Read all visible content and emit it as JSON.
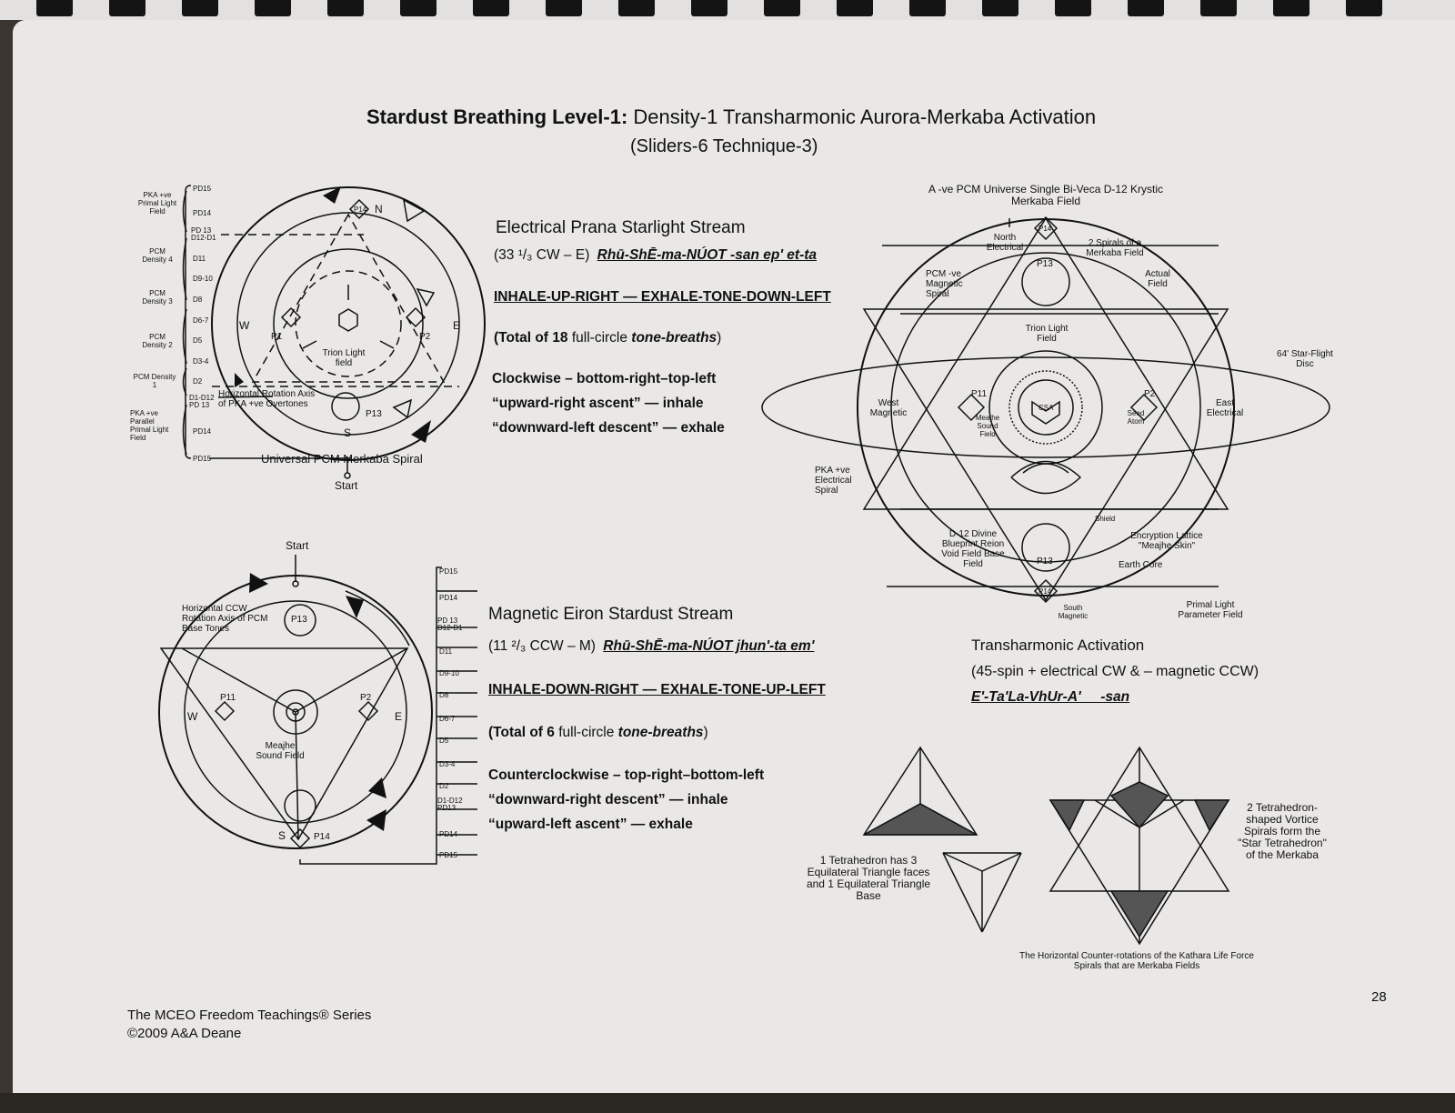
{
  "header": {
    "title_bold": "Stardust Breathing Level-1:",
    "title_rest": " Density-1 Transharmonic Aurora-Merkaba Activation",
    "subtitle": "(Sliders-6 Technique-3)"
  },
  "electrical": {
    "heading": "Electrical Prana Starlight Stream",
    "ratio": "(33 ¹/₃ CW – E)",
    "mantra": "Rhū-ShĒ-ma-NÚOT -san ep' et-ta",
    "instruction": "INHALE-UP-RIGHT — EXHALE-TONE-DOWN-LEFT",
    "total_a": "(Total of 18",
    "total_b": " full-circle ",
    "total_c": "tone-breaths",
    "total_d": ")",
    "line1": "Clockwise – bottom-right–top-left",
    "line2": "“upward-right ascent” — inhale",
    "line3": "“downward-left descent” — exhale"
  },
  "magnetic": {
    "heading": "Magnetic Eiron Stardust Stream",
    "ratio": "(11 ²/₃ CCW – M)",
    "mantra": "Rhū-ShĒ-ma-NÚOT jhun'-ta em'",
    "instruction": "INHALE-DOWN-RIGHT — EXHALE-TONE-UP-LEFT",
    "total_a": "(Total of 6",
    "total_b": " full-circle ",
    "total_c": "tone-breaths",
    "total_d": ")",
    "line1": "Counterclockwise – top-right–bottom-left",
    "line2": "“downward-right descent” — inhale",
    "line3": "“upward-left ascent” — exhale"
  },
  "transharmonic": {
    "heading": "Transharmonic Activation",
    "detail": "(45-spin  + electrical CW  &  – magnetic CCW)",
    "mantra": "E'-Ta'La-VhUr-A'     -san"
  },
  "diagram1": {
    "left_labels": [
      "PKA +ve Primal Light Field",
      "PCM Density 4",
      "PCM Density 3",
      "PCM Density 2",
      "PCM Density 1",
      "PKA +ve Parallel Primal Light Field"
    ],
    "scale": [
      "PD15",
      "PD14",
      "PD 13 D12-D1",
      "D11",
      "D9-10",
      "D8",
      "D6-7",
      "D5",
      "D3-4",
      "D2",
      "D1-D12 PD 13",
      "PD14",
      "PD15"
    ],
    "horizontal": "Horizontal Rotation Axis of PKA +ve Overtones",
    "trion": "Trion Light field",
    "spiral": "Universal PCM Merkaba Spiral",
    "start": "Start",
    "n": "N",
    "s": "S",
    "w": "W",
    "e": "E",
    "p1": "P1",
    "p2": "P2",
    "p13": "P13",
    "p14": "P14"
  },
  "diagram2": {
    "start": "Start",
    "horizontal": "Horizontal CCW Rotation Axis of PCM Base Tones",
    "meajhe": "Meajhe Sound Field",
    "scale": [
      "PD15",
      "PD14",
      "PD 13 D12-D1",
      "D11",
      "D9-10",
      "D8",
      "D6-7",
      "D5",
      "D3-4",
      "D2",
      "D1-D12 PD13",
      "PD14",
      "PD15"
    ],
    "w": "W",
    "e": "E",
    "s": "S",
    "p11": "P11",
    "p2": "P2",
    "p13": "P13",
    "p14": "P14"
  },
  "diagram3": {
    "top": "A -ve PCM Universe Single Bi-Veca D-12 Krystic Merkaba Field",
    "north": "North Electrical",
    "spirals": "2 Spirals of a Merkaba Field",
    "actual": "Actual Field",
    "pcm": "PCM -ve Magnetic Spiral",
    "trion": "Trion Light Field",
    "star": "64' Star-Flight Disc",
    "west": "West Magnetic",
    "east": "East Electrical",
    "meajhe": "Meajhe Sound Field",
    "seed": "Seed Atom",
    "csa": "CSA",
    "pka": "PKA +ve Electrical Spiral",
    "d12": "D-12 Divine Blueprint Reion Void Field Base Field",
    "encryption": "Encryption Lattice \"Meajhe Skin\"",
    "earth": "Earth Core",
    "south": "South Magnetic",
    "primal": "Primal Light Parameter Field",
    "shield": "Shield",
    "p11": "P11",
    "p2": "P2",
    "p13": "P13",
    "p14": "P14"
  },
  "tetra": {
    "caption1": "1 Tetrahedron has 3 Equilateral Triangle faces and 1 Equilateral Triangle Base",
    "caption2": "2 Tetrahedron-shaped Vortice Spirals form the \"Star Tetrahedron\" of the Merkaba",
    "caption3": "The Horizontal Counter-rotations of the Kathara Life Force Spirals that are Merkaba Fields"
  },
  "footer": {
    "series": "The MCEO Freedom Teachings® Series",
    "copyright": "©2009 A&A Deane",
    "page_number": "28"
  }
}
